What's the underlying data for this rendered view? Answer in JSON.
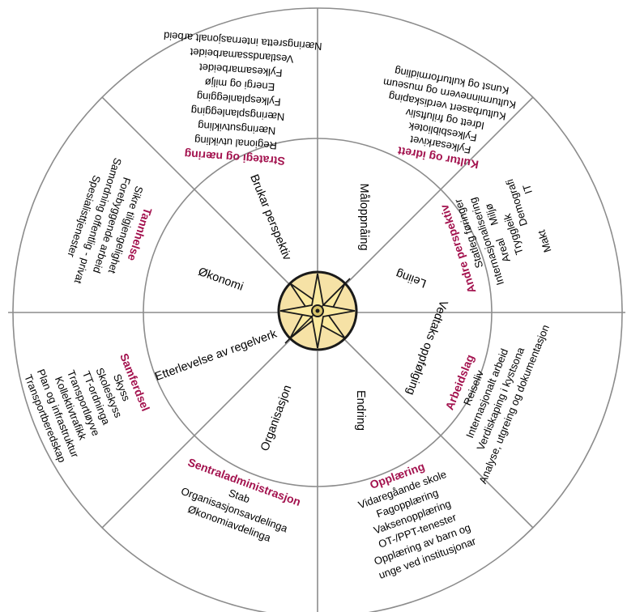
{
  "colors": {
    "heading": "#a3124e",
    "line": "#8c8c8c",
    "text": "#000000",
    "compass_fill": "#f6e2a6",
    "compass_points": "#fbeaa0"
  },
  "icon": "compass-rose-icon",
  "inner_ring": [
    "Målopp­nåing",
    "Leiing",
    "Vedtaks oppfølging",
    "Endring",
    "Organisasjon",
    "Etterlevelse av regelverk",
    "Økonomi",
    "Brukar perspektiv"
  ],
  "outer_ring": [
    {
      "key": "kultur",
      "title": "Kultur og idrett",
      "items": [
        "Fylkesarkivet",
        "Fylkesbibliotek",
        "Idrett og friluftsliv",
        "Kulturbasert verdiskaping",
        "Kulturminnevern og museum",
        "Kunst og kulturformidling"
      ]
    },
    {
      "key": "andre",
      "title": "Andre perspektiv",
      "items": [
        "Statleg føringer",
        "Internasjonalisering",
        "Areal",
        "Miljø",
        "Tryggleik",
        "Demografi",
        "Makt",
        "IT"
      ]
    },
    {
      "key": "arbeidslag",
      "title": "Arbeidslag",
      "items": [
        "Reiseliv",
        "Internasjonalt arbeid",
        "Verdiskaping i kystsona",
        "Analyse, utgreing og dokumentasjon"
      ]
    },
    {
      "key": "opplaering",
      "title": "Opplæring",
      "items": [
        "Vidaregåande skole",
        "Fagopplæring",
        "Vaksenopplæring",
        "OT-/PPT-tenester",
        "Opplæring av barn og",
        "unge ved institusjonar"
      ]
    },
    {
      "key": "sentral",
      "title": "Sentraladministrasjon",
      "items": [
        "Stab",
        "Organisasjonsavdelinga",
        "Økonomiavdelinga"
      ]
    },
    {
      "key": "samferdsel",
      "title": "Samferdsel",
      "items": [
        "Skyss",
        "Skoleskyss",
        "TT-ordninga",
        "Transportløyve",
        "Kollektivtrafikk",
        "Plan og infrastruktur",
        "Transportberedskap"
      ]
    },
    {
      "key": "tannhelse",
      "title": "Tannhelse",
      "items": [
        "Sikre tilgjengelighet",
        "Forebyggende arbeid",
        "Samordning offentlig - privat",
        "Spesialisttjenester"
      ]
    },
    {
      "key": "strategi",
      "title": "Strategi og næring",
      "items": [
        "Regional utvikling",
        "Næringsutvikling",
        "Næringsplanlegging",
        "Fylkesplanlegging",
        "Energi og miljø",
        "Fylkesamarbeidet",
        "Vestlandssamarbeidet",
        "Næringsretta internasjonalt arbeid"
      ]
    }
  ]
}
